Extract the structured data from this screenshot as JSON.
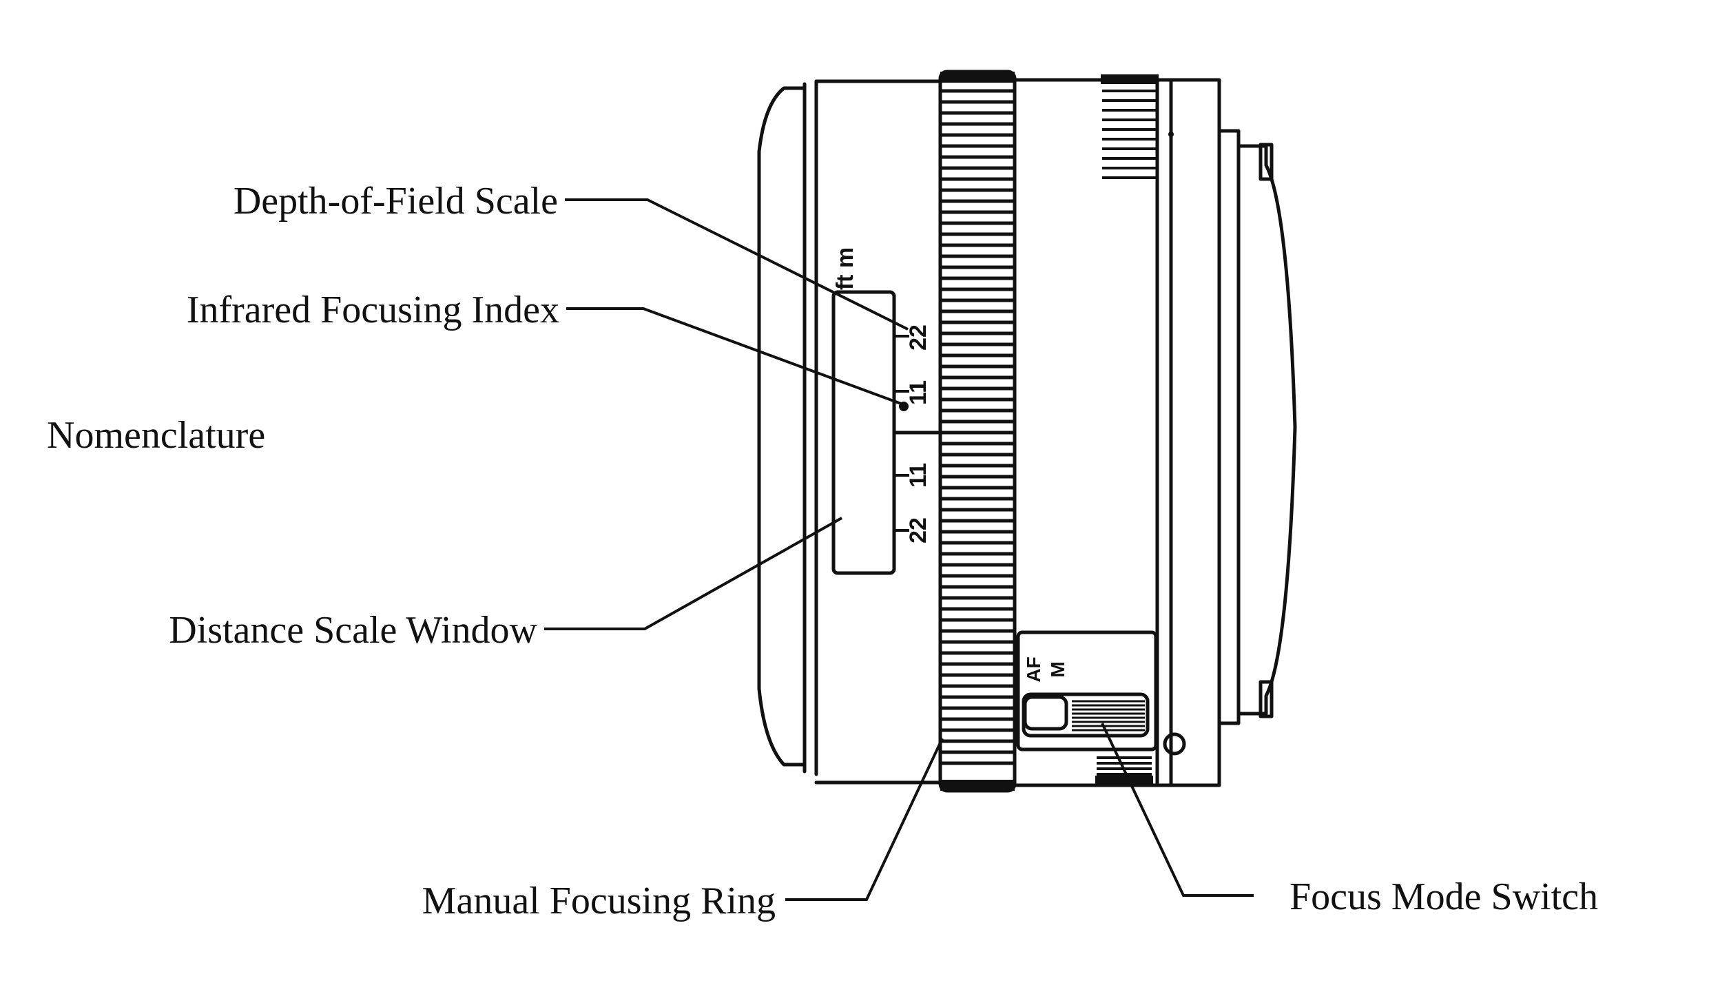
{
  "labels": {
    "depth_of_field_scale": "Depth-of-Field Scale",
    "infrared_focusing_index": "Infrared Focusing Index",
    "nomenclature": "Nomenclature",
    "distance_scale_window": "Distance Scale Window",
    "manual_focusing_ring": "Manual Focusing Ring",
    "focus_mode_switch": "Focus Mode Switch"
  },
  "scale_marks": {
    "upper": [
      "22",
      "11"
    ],
    "lower": [
      "11",
      "22"
    ],
    "top_marks": "ft m"
  },
  "switch_marks": {
    "af": "AF",
    "m": "M"
  },
  "colors": {
    "ink": "#111111",
    "paper": "#ffffff"
  }
}
